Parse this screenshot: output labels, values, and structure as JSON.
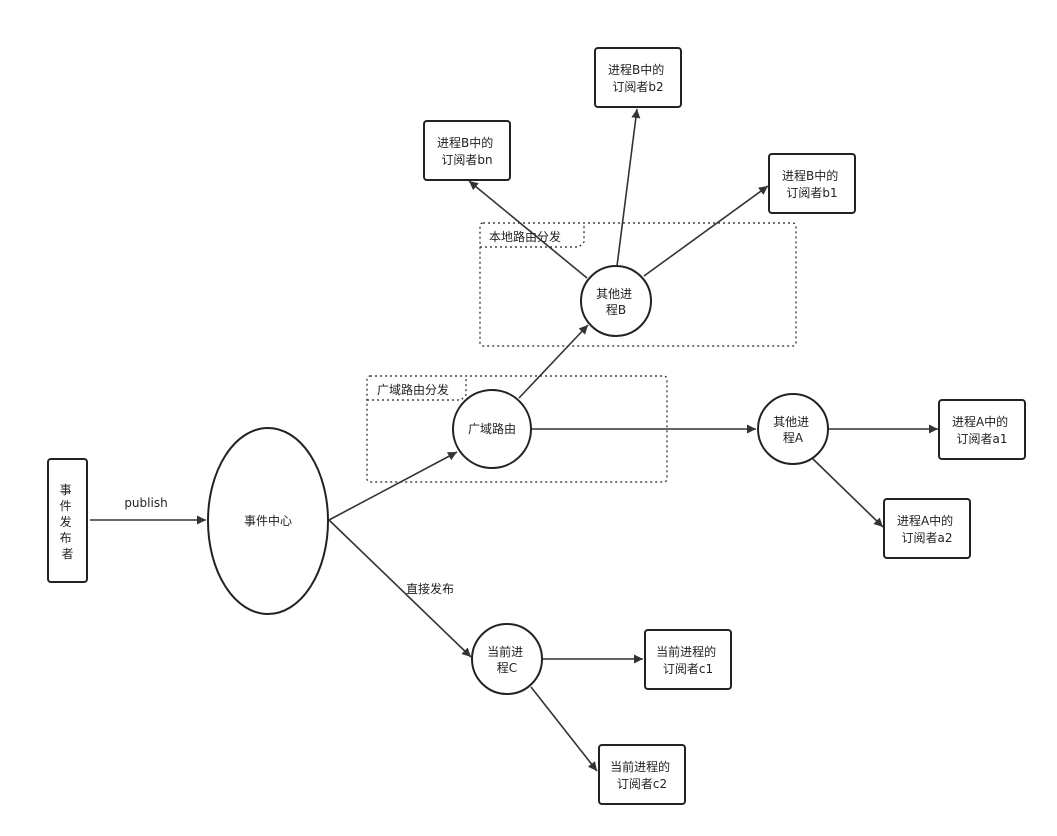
{
  "diagram": {
    "colors": {
      "stroke": "#222222",
      "edge": "#333333",
      "text": "#222222",
      "background": "#ffffff"
    },
    "nodes": {
      "publisher": {
        "shape": "rect",
        "lines": [
          "事",
          "件",
          "发",
          "布",
          "者"
        ]
      },
      "event_center": {
        "shape": "ellipse",
        "lines": [
          "事件中心"
        ]
      },
      "wide_router": {
        "shape": "circle",
        "lines": [
          "广域路由"
        ]
      },
      "process_b": {
        "shape": "circle",
        "lines": [
          "其他进",
          "程B"
        ]
      },
      "process_a": {
        "shape": "circle",
        "lines": [
          "其他进",
          "程A"
        ]
      },
      "process_c": {
        "shape": "circle",
        "lines": [
          "当前进",
          "程C"
        ]
      },
      "sub_bn": {
        "shape": "rect",
        "lines": [
          "进程B中的",
          "订阅者bn"
        ]
      },
      "sub_b2": {
        "shape": "rect",
        "lines": [
          "进程B中的",
          "订阅者b2"
        ]
      },
      "sub_b1": {
        "shape": "rect",
        "lines": [
          "进程B中的",
          "订阅者b1"
        ]
      },
      "sub_a1": {
        "shape": "rect",
        "lines": [
          "进程A中的",
          "订阅者a1"
        ]
      },
      "sub_a2": {
        "shape": "rect",
        "lines": [
          "进程A中的",
          "订阅者a2"
        ]
      },
      "sub_c1": {
        "shape": "rect",
        "lines": [
          "当前进程的",
          "订阅者c1"
        ]
      },
      "sub_c2": {
        "shape": "rect",
        "lines": [
          "当前进程的",
          "订阅者c2"
        ]
      }
    },
    "groups": {
      "local_routing": {
        "label": "本地路由分发"
      },
      "wide_routing": {
        "label": "广域路由分发"
      }
    },
    "edges": [
      {
        "from": "publisher",
        "to": "event_center",
        "label": "publish"
      },
      {
        "from": "event_center",
        "to": "wide_router",
        "label": ""
      },
      {
        "from": "event_center",
        "to": "process_c",
        "label": "直接发布"
      },
      {
        "from": "wide_router",
        "to": "process_b",
        "label": ""
      },
      {
        "from": "wide_router",
        "to": "process_a",
        "label": ""
      },
      {
        "from": "process_b",
        "to": "sub_bn",
        "label": ""
      },
      {
        "from": "process_b",
        "to": "sub_b2",
        "label": ""
      },
      {
        "from": "process_b",
        "to": "sub_b1",
        "label": ""
      },
      {
        "from": "process_a",
        "to": "sub_a1",
        "label": ""
      },
      {
        "from": "process_a",
        "to": "sub_a2",
        "label": ""
      },
      {
        "from": "process_c",
        "to": "sub_c1",
        "label": ""
      },
      {
        "from": "process_c",
        "to": "sub_c2",
        "label": ""
      }
    ]
  }
}
